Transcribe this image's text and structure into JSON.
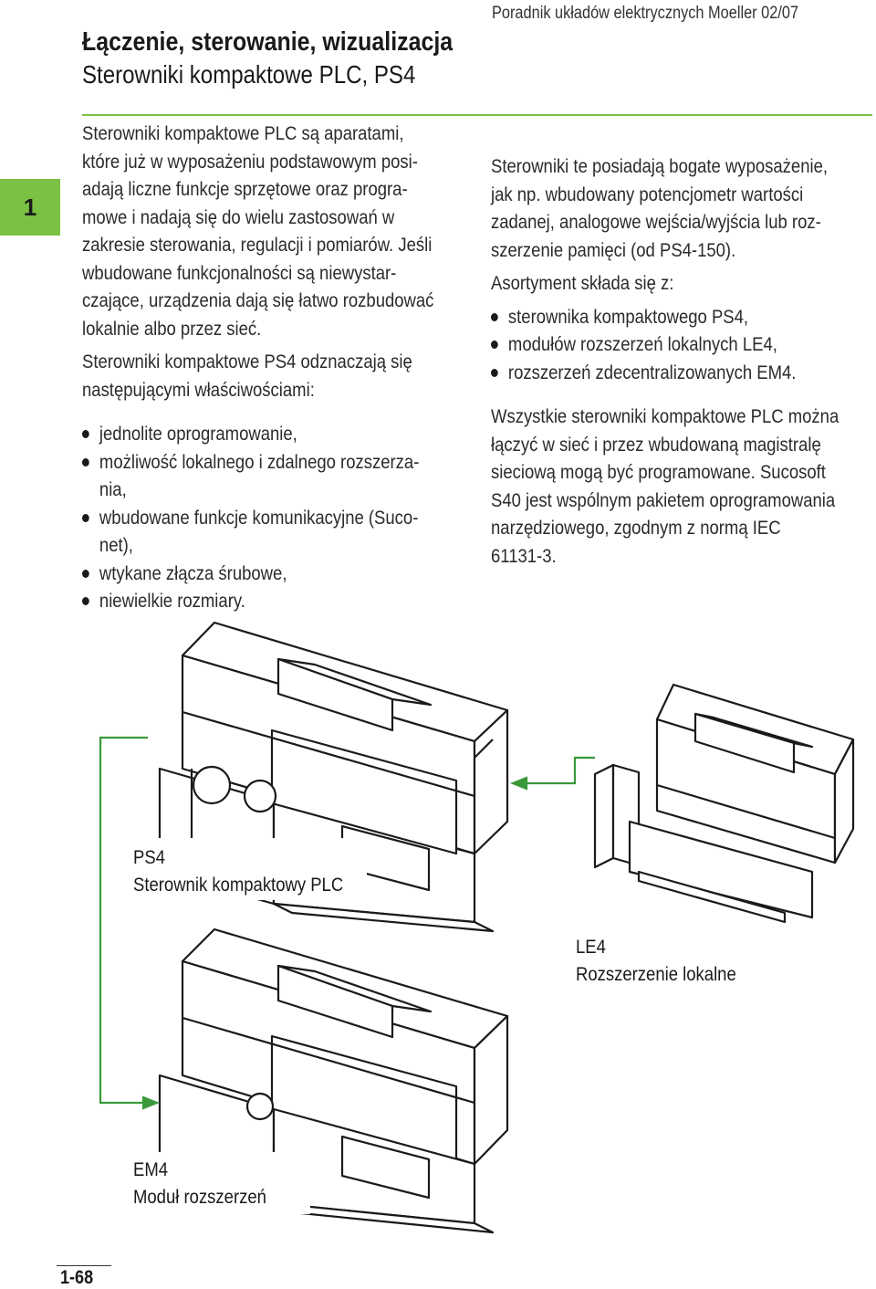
{
  "header": {
    "running_title": "Poradnik układów elektrycznych Moeller 02/07",
    "title": "Łączenie, sterowanie, wizualizacja",
    "subtitle": "Sterowniki kompaktowe PLC, PS4",
    "chapter_number": "1"
  },
  "left_column": {
    "para1": [
      "Sterowniki kompaktowe PLC są aparatami,",
      "które już w wyposażeniu podstawowym posi-",
      "adają liczne funkcje sprzętowe oraz progra-",
      "mowe i nadają się do wielu zastosowań w",
      "zakresie sterowania, regulacji i pomiarów. Jeśli",
      "wbudowane funkcjonalności są niewystar-",
      "czające, urządzenia dają się łatwo rozbudować",
      "lokalnie albo przez sieć."
    ],
    "para2": [
      "Sterowniki kompaktowe PS4 odznaczają się",
      "następującymi właściwościami:"
    ],
    "bullets": [
      [
        "jednolite oprogramowanie,"
      ],
      [
        "możliwość lokalnego i zdalnego rozszerza-",
        "nia,"
      ],
      [
        "wbudowane funkcje komunikacyjne (Suco-",
        "net),"
      ],
      [
        "wtykane złącza śrubowe,"
      ],
      [
        "niewielkie rozmiary."
      ]
    ]
  },
  "right_column": {
    "para1": [
      "Sterowniki te posiadają bogate wyposażenie,",
      "jak np. wbudowany potencjometr wartości",
      "zadanej, analogowe wejścia/wyjścia lub roz-",
      "szerzenie pamięci (od PS4-150)."
    ],
    "para2": [
      "Asortyment składa się z:"
    ],
    "bullets": [
      [
        "sterownika kompaktowego PS4,"
      ],
      [
        "modułów rozszerzeń lokalnych LE4,"
      ],
      [
        "rozszerzeń zdecentralizowanych EM4."
      ]
    ],
    "para3": [
      "Wszystkie sterowniki kompaktowe PLC można",
      "łączyć w sieć i przez wbudowaną magistralę",
      "sieciową mogą być programowane. Sucosoft",
      "S40 jest wspólnym pakietem oprogramowania",
      "narzędziowego, zgodnym z normą IEC",
      "61131-3."
    ]
  },
  "figure": {
    "ps4": {
      "line1": "PS4",
      "line2": "Sterownik kompaktowy PLC"
    },
    "le4": {
      "line1": "LE4",
      "line2": "Rozszerzenie lokalne"
    },
    "em4": {
      "line1": "EM4",
      "line2": "Moduł rozszerzeń"
    },
    "connector_color": "#3a9a3a",
    "accent_color": "#7bc143"
  },
  "footer": {
    "page_number": "1-68"
  }
}
